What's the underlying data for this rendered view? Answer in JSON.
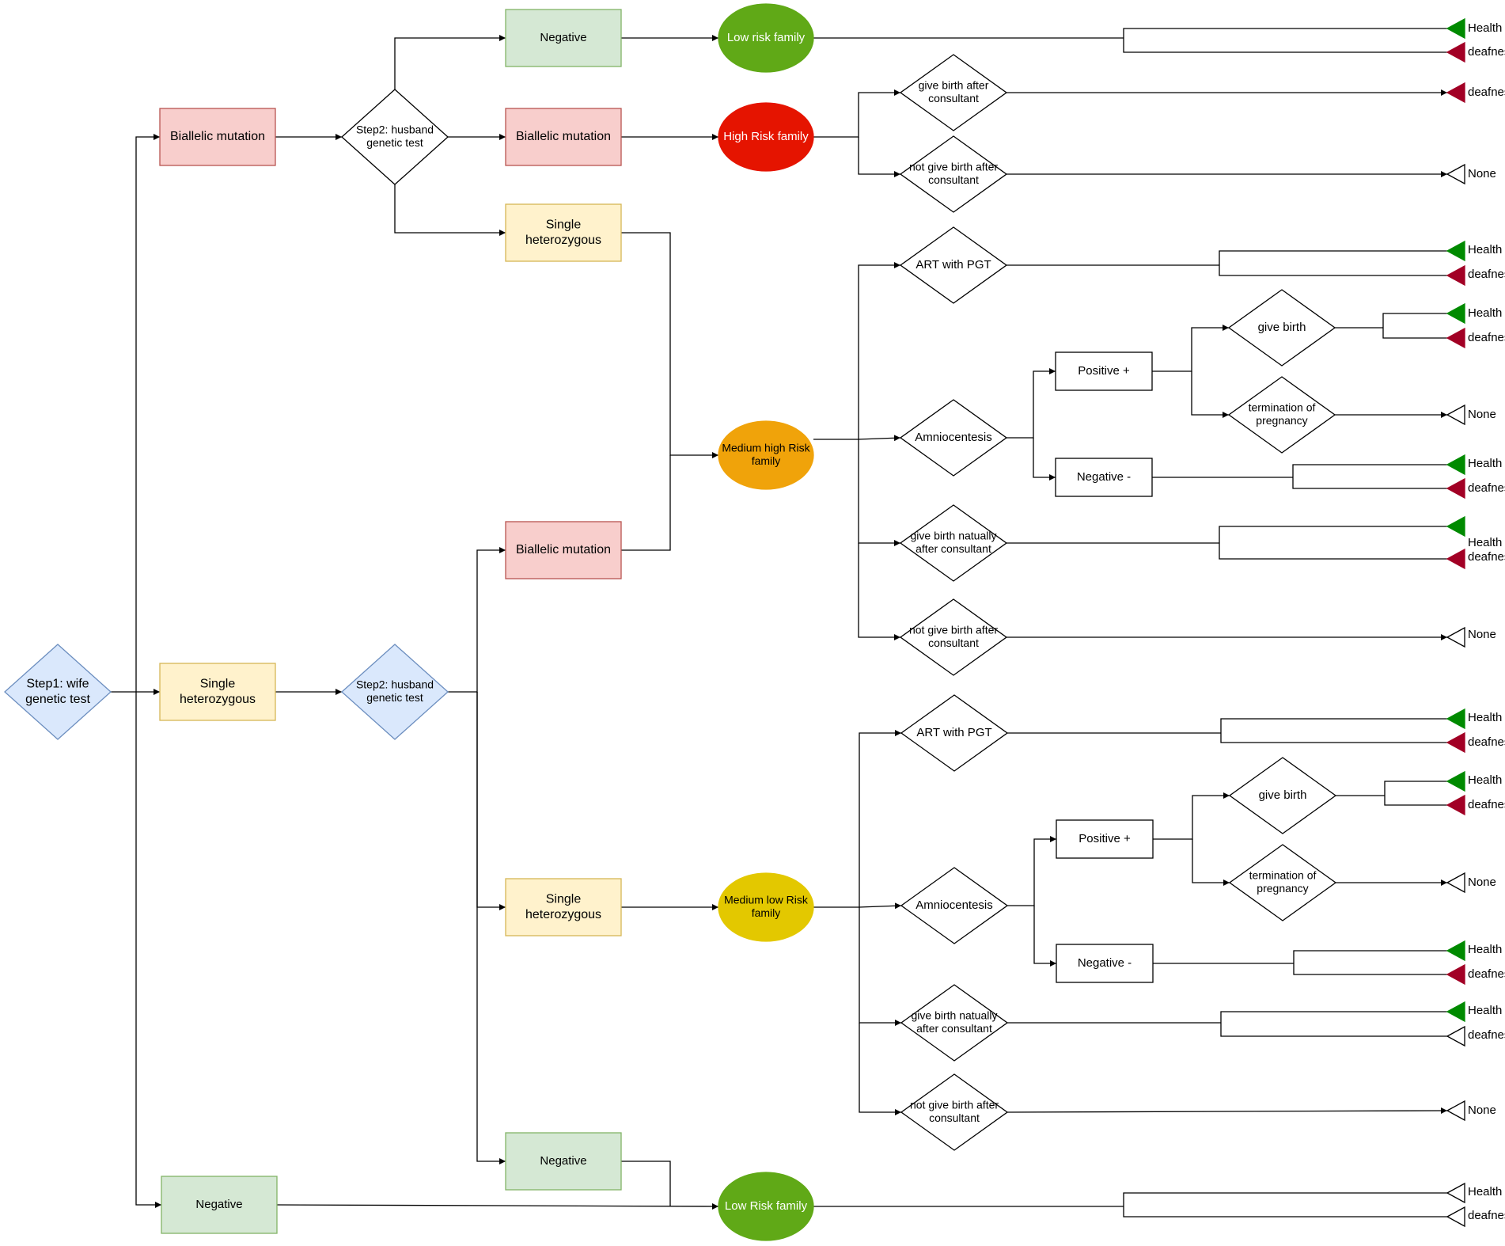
{
  "colors": {
    "pink_fill": "#f8cecc",
    "pink_stroke": "#b85450",
    "yellow_fill": "#fff2cc",
    "yellow_stroke": "#d6b656",
    "green_fill": "#d5e8d4",
    "green_stroke": "#82b366",
    "blue_fill": "#dae8fc",
    "blue_stroke": "#6c8ebf",
    "low_risk": "#60a917",
    "high_risk": "#e51400",
    "medium_high": "#f0a30a",
    "medium_low": "#e3c800",
    "health_marker": "#008a00",
    "deafness_marker": "#a20025"
  },
  "nodes": {
    "wife_test": [
      "Step1: wife",
      "genetic test"
    ],
    "wife_biallelic": [
      "Biallelic mutation"
    ],
    "wife_single": [
      "Single",
      "heterozygous"
    ],
    "wife_negative": [
      "Negative"
    ],
    "husband_test_a": [
      "Step2: husband",
      "genetic test"
    ],
    "husband_test_b": [
      "Step2: husband",
      "genetic test"
    ],
    "a_negative": [
      "Negative"
    ],
    "a_biallelic": [
      "Biallelic mutation"
    ],
    "a_single": [
      "Single",
      "heterozygous"
    ],
    "b_biallelic": [
      "Biallelic mutation"
    ],
    "b_single": [
      "Single",
      "heterozygous"
    ],
    "b_negative": [
      "Negative"
    ],
    "low_risk_top": [
      "Low risk family"
    ],
    "high_risk": [
      "High Risk family"
    ],
    "medium_high": [
      "Medium high Risk",
      "family"
    ],
    "medium_low": [
      "Medium low Risk",
      "family"
    ],
    "low_risk_bottom": [
      "Low Risk family"
    ],
    "hr_give_birth": [
      "give birth after",
      "consultant"
    ],
    "hr_not_give_birth": [
      "not give birth after",
      "consultant"
    ],
    "mh_art": [
      "ART with PGT"
    ],
    "mh_amnio": [
      "Amniocentesis"
    ],
    "mh_natural": [
      "give birth natually",
      "after consultant"
    ],
    "mh_not_give": [
      "not give birth after",
      "consultant"
    ],
    "mh_positive": [
      "Positive +"
    ],
    "mh_negative": [
      "Negative -"
    ],
    "mh_pos_birth": [
      "give birth"
    ],
    "mh_pos_term": [
      "termination of",
      "pregnancy"
    ],
    "ml_art": [
      "ART with PGT"
    ],
    "ml_amnio": [
      "Amniocentesis"
    ],
    "ml_natural": [
      "give birth natually",
      "after consultant"
    ],
    "ml_not_give": [
      "not give birth after",
      "consultant"
    ],
    "ml_positive": [
      "Positive +"
    ],
    "ml_negative": [
      "Negative -"
    ],
    "ml_pos_birth": [
      "give birth"
    ],
    "ml_pos_term": [
      "termination of",
      "pregnancy"
    ]
  },
  "outcomes": [
    {
      "id": "o1",
      "label": "Health",
      "marker": "green"
    },
    {
      "id": "o2",
      "label": "deafness",
      "marker": "red"
    },
    {
      "id": "o3",
      "label": "deafness",
      "marker": "red"
    },
    {
      "id": "o4",
      "label": "None",
      "marker": "white"
    },
    {
      "id": "o5",
      "label": "Health",
      "marker": "green"
    },
    {
      "id": "o6",
      "label": "deafness",
      "marker": "red"
    },
    {
      "id": "o7",
      "label": "Health",
      "marker": "green"
    },
    {
      "id": "o8",
      "label": "deafness",
      "marker": "red"
    },
    {
      "id": "o9",
      "label": "None",
      "marker": "white"
    },
    {
      "id": "o10",
      "label": "Health",
      "marker": "green"
    },
    {
      "id": "o11",
      "label": "deafness",
      "marker": "red"
    },
    {
      "id": "o12",
      "label": "Health",
      "marker": "green"
    },
    {
      "id": "o13",
      "label": "deafness",
      "marker": "red"
    },
    {
      "id": "o14",
      "label": "None",
      "marker": "white"
    },
    {
      "id": "o15",
      "label": "Health",
      "marker": "green"
    },
    {
      "id": "o16",
      "label": "deafness",
      "marker": "red"
    },
    {
      "id": "o17",
      "label": "Health",
      "marker": "green"
    },
    {
      "id": "o18",
      "label": "deafness",
      "marker": "red"
    },
    {
      "id": "o19",
      "label": "None",
      "marker": "white"
    },
    {
      "id": "o20",
      "label": "Health",
      "marker": "green"
    },
    {
      "id": "o21",
      "label": "deafness",
      "marker": "red"
    },
    {
      "id": "o22",
      "label": "Health",
      "marker": "green"
    },
    {
      "id": "o23",
      "label": "deafness",
      "marker": "white"
    },
    {
      "id": "o24",
      "label": "None",
      "marker": "white"
    },
    {
      "id": "o25",
      "label": "Health",
      "marker": "white"
    },
    {
      "id": "o26",
      "label": "deafness",
      "marker": "white"
    }
  ]
}
